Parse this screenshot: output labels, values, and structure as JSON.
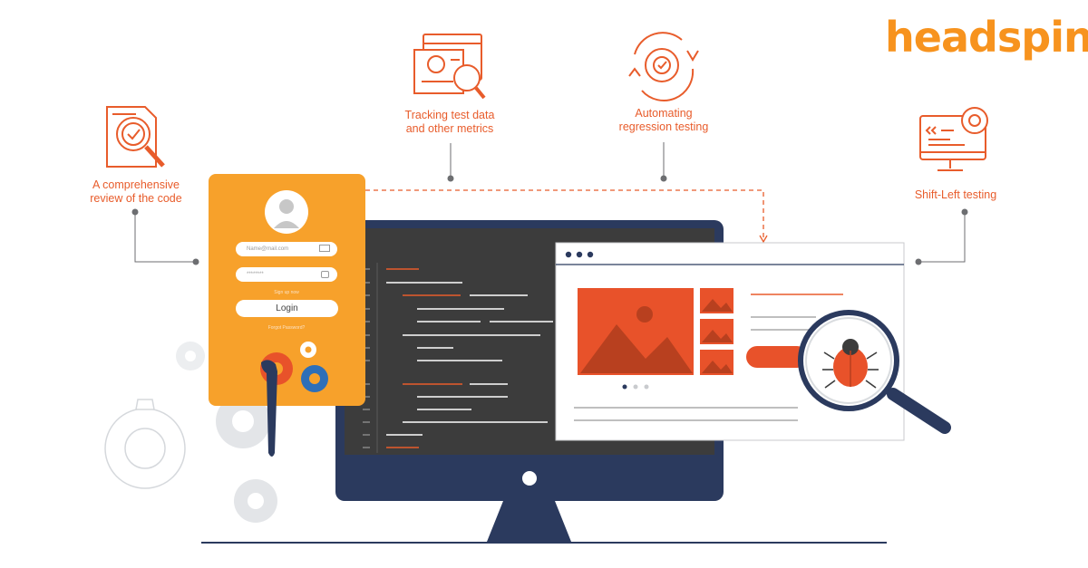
{
  "brand": {
    "logo_text": "headspin",
    "accent": "#f7931e",
    "orange_red": "#e85c2b",
    "navy": "#2b3a5e"
  },
  "features": [
    {
      "label_line1": "A comprehensive",
      "label_line2": "review of the code",
      "icon": "code-review-magnifier-icon"
    },
    {
      "label_line1": "Tracking test data",
      "label_line2": "and other metrics",
      "icon": "metrics-report-icon"
    },
    {
      "label_line1": "Automating",
      "label_line2": "regression testing",
      "icon": "automation-cycle-gear-icon"
    },
    {
      "label_line1": "Shift-Left testing",
      "label_line2": "",
      "icon": "monitor-gear-icon"
    }
  ],
  "login_card": {
    "email_placeholder": "Name@mail.com",
    "password_placeholder": "********",
    "sign_up_text": "Sign up now",
    "login_label": "Login",
    "forgot_text": "Forgot Password?"
  }
}
